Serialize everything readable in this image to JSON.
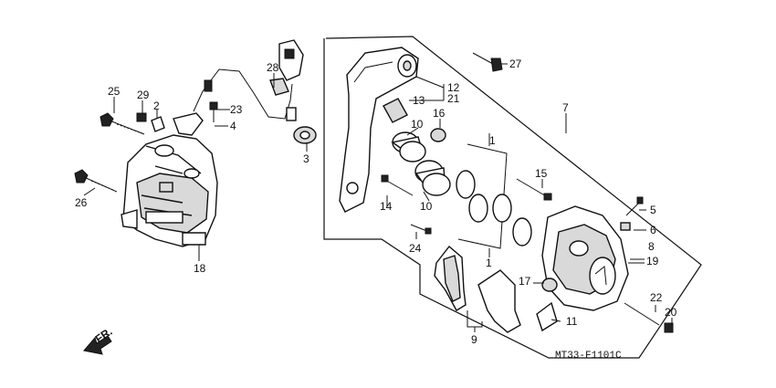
{
  "diagram": {
    "code": "MT33-F1101C",
    "direction_label": "FR.",
    "callouts": [
      "1",
      "2",
      "3",
      "4",
      "5",
      "6",
      "7",
      "8",
      "9",
      "10",
      "11",
      "12",
      "13",
      "14",
      "15",
      "16",
      "17",
      "18",
      "19",
      "20",
      "21",
      "22",
      "23",
      "24",
      "25",
      "26",
      "27",
      "28",
      "29"
    ],
    "callout_12": "12",
    "callout_21": "21",
    "callout_10a": "10",
    "callout_10b": "10",
    "callout_1a": "1",
    "callout_1b": "1"
  }
}
